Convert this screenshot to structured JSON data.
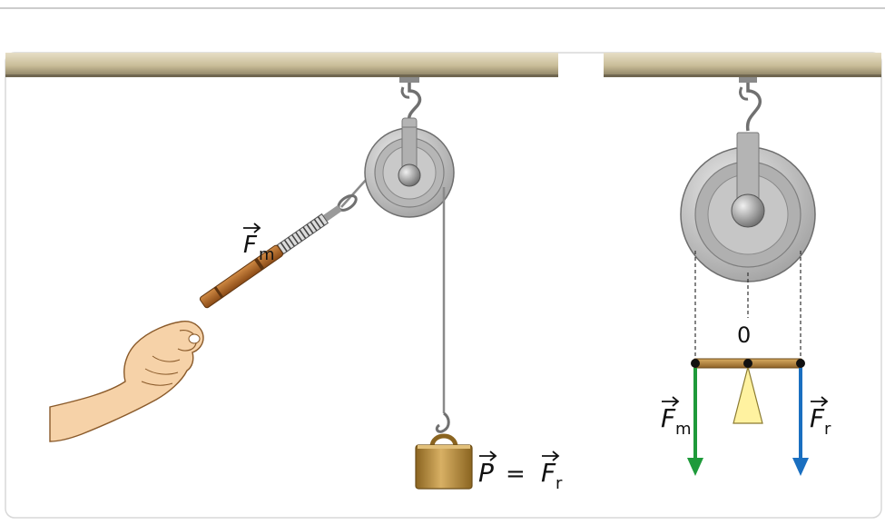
{
  "labels": {
    "force_main": "F",
    "force_main_sub": "m",
    "force_resist": "F",
    "force_resist_sub": "r",
    "weight_symbol": "P",
    "equals": "=",
    "pivot_zero": "0"
  },
  "colors": {
    "ceiling_top": "#d6ccb0",
    "ceiling_bottom": "#8f8467",
    "pulley_outer": "#c6c6c6",
    "pulley_inner": "#a9a9a9",
    "hub": "#8a8a8a",
    "spring_body": "#b06a28",
    "weight_body": "#b08838",
    "lever_bar": "#b98a45",
    "fulcrum": "#fff2a0",
    "arrow_effort": "#1e9a3a",
    "arrow_resistance": "#1a6fc0",
    "skin": "#f6d2a8"
  }
}
